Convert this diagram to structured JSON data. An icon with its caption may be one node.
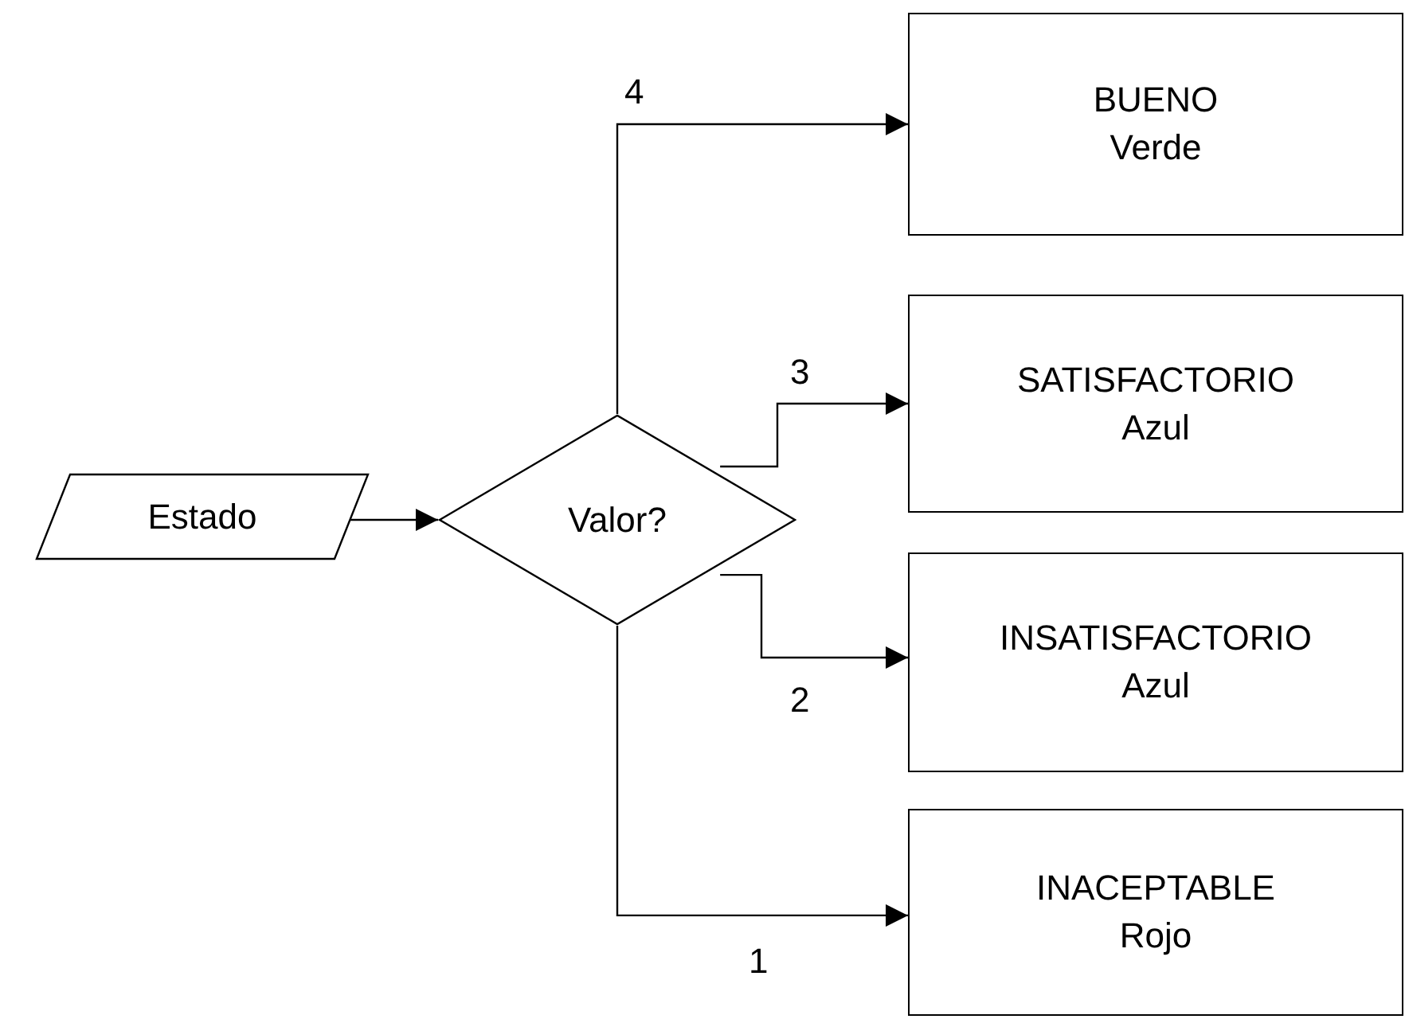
{
  "diagram": {
    "nodes": [
      {
        "text": [
          "Estado"
        ]
      },
      {
        "text": [
          "Valor?"
        ]
      },
      {
        "text": [
          "BUENO",
          "Verde"
        ]
      },
      {
        "text": [
          "SATISFACTORIO",
          "Azul"
        ]
      },
      {
        "text": [
          "INSATISFACTORIO",
          "Azul"
        ]
      },
      {
        "text": [
          "INACEPTABLE",
          "Rojo"
        ]
      }
    ],
    "edges": [
      {
        "from": 0,
        "to": 1,
        "arrow": "to"
      },
      {
        "from": 1,
        "to": 2,
        "arrow": "to",
        "label": "4"
      },
      {
        "from": 1,
        "to": 3,
        "arrow": "to",
        "label": "3"
      },
      {
        "from": 1,
        "to": 4,
        "arrow": "to",
        "label": "2"
      },
      {
        "from": 1,
        "to": 5,
        "arrow": "to",
        "label": "1"
      }
    ]
  }
}
